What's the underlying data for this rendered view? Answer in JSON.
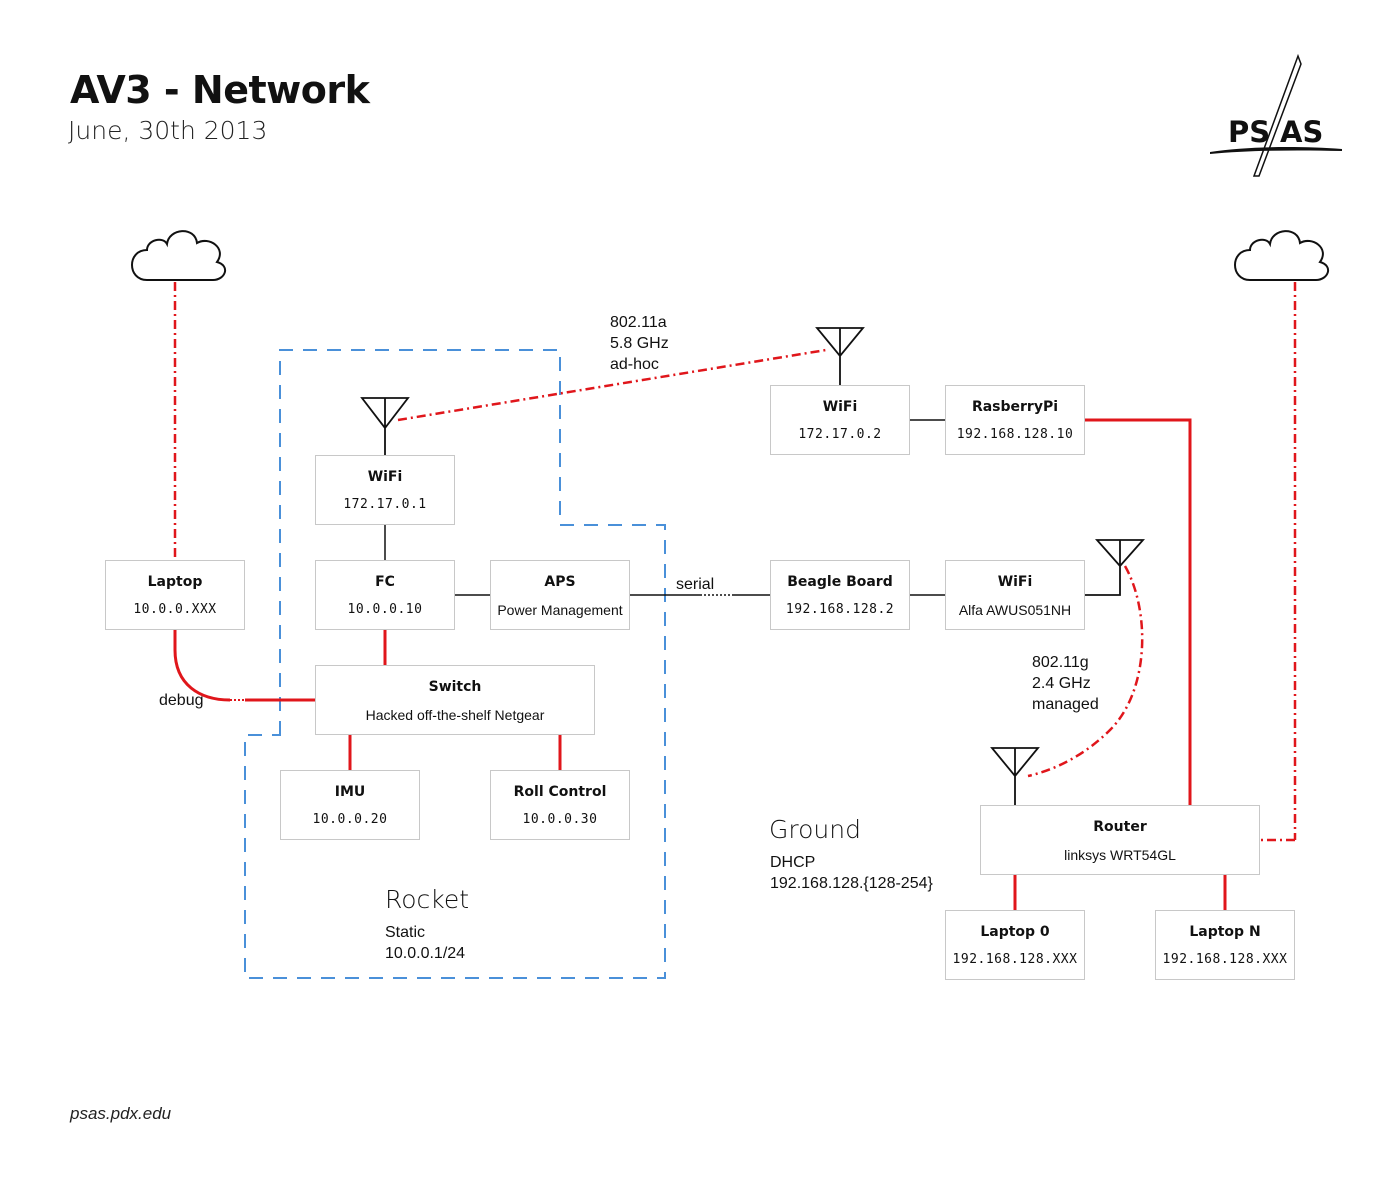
{
  "header": {
    "title": "AV3 - Network",
    "date": "June, 30th 2013"
  },
  "footer": {
    "url": "psas.pdx.edu"
  },
  "logo": {
    "left": "PS",
    "right": "AS"
  },
  "zones": {
    "rocket": {
      "title": "Rocket",
      "line1": "Static",
      "line2": "10.0.0.1/24"
    },
    "ground": {
      "title": "Ground",
      "line1": "DHCP",
      "line2": "192.168.128.{128-254}"
    }
  },
  "links": {
    "wifi_a": {
      "line1": "802.11a",
      "line2": "5.8 GHz",
      "line3": "ad-hoc"
    },
    "wifi_g": {
      "line1": "802.11g",
      "line2": "2.4 GHz",
      "line3": "managed"
    },
    "serial": "serial",
    "debug": "debug"
  },
  "nodes": {
    "rocket_wifi": {
      "title": "WiFi",
      "sub": "172.17.0.1"
    },
    "fc": {
      "title": "FC",
      "sub": "10.0.0.10"
    },
    "aps": {
      "title": "APS",
      "sub": "Power Management"
    },
    "switch": {
      "title": "Switch",
      "sub": "Hacked off-the-shelf Netgear"
    },
    "imu": {
      "title": "IMU",
      "sub": "10.0.0.20"
    },
    "roll": {
      "title": "Roll Control",
      "sub": "10.0.0.30"
    },
    "laptop_debug": {
      "title": "Laptop",
      "sub": "10.0.0.XXX"
    },
    "ground_wifi": {
      "title": "WiFi",
      "sub": "172.17.0.2"
    },
    "rpi": {
      "title": "RasberryPi",
      "sub": "192.168.128.10"
    },
    "beagle": {
      "title": "Beagle Board",
      "sub": "192.168.128.2"
    },
    "alfa": {
      "title": "WiFi",
      "sub": "Alfa AWUS051NH"
    },
    "router": {
      "title": "Router",
      "sub": "linksys WRT54GL"
    },
    "laptop0": {
      "title": "Laptop 0",
      "sub": "192.168.128.XXX"
    },
    "laptopn": {
      "title": "Laptop N",
      "sub": "192.168.128.XXX"
    }
  },
  "icons": [
    "cloud-icon",
    "antenna-icon",
    "psas-logo"
  ],
  "colors": {
    "ethernet": "#e0161b",
    "wireless": "#e0161b",
    "rocket_boundary": "#4a90d9",
    "plain_link": "#111111",
    "node_border": "#c8c8c8"
  }
}
